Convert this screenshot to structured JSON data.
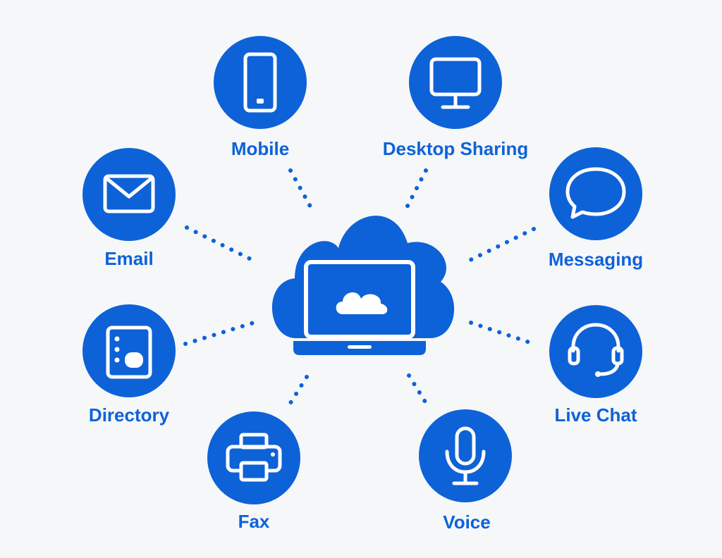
{
  "colors": {
    "accent": "#0d62d8",
    "background": "#f6f7f9",
    "icon": "#ffffff"
  },
  "center": {
    "icon": "laptop-cloud-icon"
  },
  "services": [
    {
      "id": "mobile",
      "label": "Mobile",
      "icon": "mobile-phone-icon"
    },
    {
      "id": "desktop",
      "label": "Desktop Sharing",
      "icon": "monitor-icon"
    },
    {
      "id": "email",
      "label": "Email",
      "icon": "envelope-icon"
    },
    {
      "id": "messaging",
      "label": "Messaging",
      "icon": "chat-bubble-icon"
    },
    {
      "id": "directory",
      "label": "Directory",
      "icon": "directory-icon"
    },
    {
      "id": "livechat",
      "label": "Live Chat",
      "icon": "headset-icon"
    },
    {
      "id": "fax",
      "label": "Fax",
      "icon": "printer-icon"
    },
    {
      "id": "voice",
      "label": "Voice",
      "icon": "microphone-icon"
    }
  ]
}
